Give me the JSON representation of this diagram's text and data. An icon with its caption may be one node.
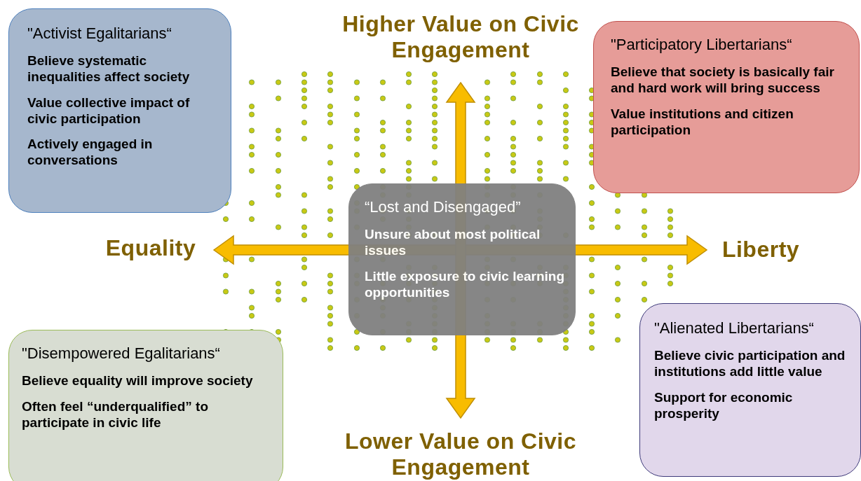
{
  "diagram": {
    "nodes": [
      {
        "text": [
          "\"Activist Egalitarians“",
          "Believe systematic inequalities affect society",
          "Value collective impact of civic participation",
          "Actively engaged in conversations"
        ]
      },
      {
        "text": [
          "\"Participatory Libertarians“",
          "Believe that society is basically fair and hard work will bring success",
          "Value institutions and citizen participation"
        ]
      },
      {
        "text": [
          "“Lost and Disengaged”",
          "Unsure about most political issues",
          "Little exposure to  civic learning opportunities"
        ]
      },
      {
        "text": [
          "\"Disempowered Egalitarians“",
          "Believe equality will improve society",
          "Often feel “underqualified” to participate in civic life"
        ]
      },
      {
        "text": [
          "\"Alienated Libertarians“",
          "Believe civic participation and institutions add little value",
          "Support for economic prosperity"
        ]
      }
    ],
    "labels": [
      "Higher Value on Civic Engagement",
      "Equality",
      "Liberty",
      "Lower Value on Civic Engagement"
    ]
  }
}
